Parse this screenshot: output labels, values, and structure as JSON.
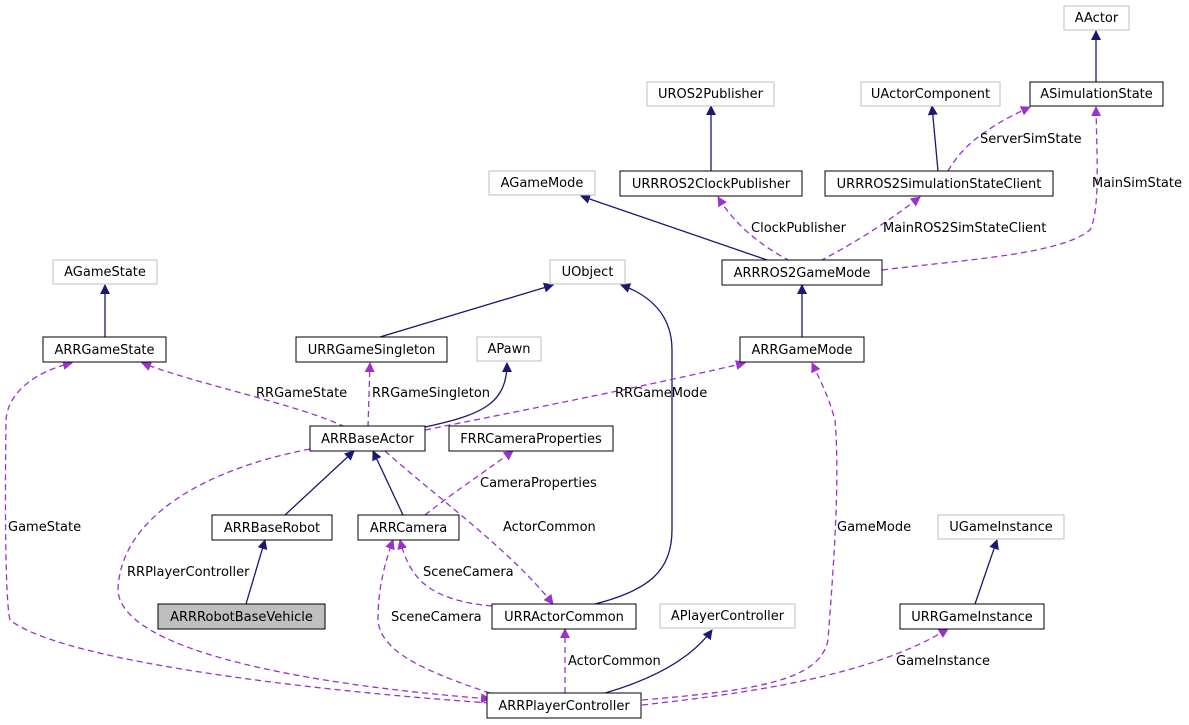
{
  "colors": {
    "inheritance": "#191970",
    "usage": "#9a32cd",
    "focus_fill": "#bfbfbf",
    "external_border": "#bfbfbf"
  },
  "nodes": {
    "aactor": "AActor",
    "asimulationstate": "ASimulationState",
    "uros2publisher": "UROS2Publisher",
    "uactorcomponent": "UActorComponent",
    "agamemode": "AGameMode",
    "urrros2clockpublisher": "URRROS2ClockPublisher",
    "urrros2simulationstateclient": "URRROS2SimulationStateClient",
    "agamestate": "AGameState",
    "uobject": "UObject",
    "arrros2gamemode": "ARRROS2GameMode",
    "arrgamestate": "ARRGameState",
    "urrgamesingleton": "URRGameSingleton",
    "apawn": "APawn",
    "arrgamemode": "ARRGameMode",
    "arrbaseactor": "ARRBaseActor",
    "frrcameraproperties": "FRRCameraProperties",
    "arrbaserobot": "ARRBaseRobot",
    "arrcamera": "ARRCamera",
    "ugameinstance": "UGameInstance",
    "arrrobotbasevehicle": "ARRRobotBaseVehicle",
    "urractorcommon": "URRActorCommon",
    "aplayercontroller": "APlayerController",
    "urrgameinstance": "URRGameInstance",
    "arrplayercontroller": "ARRPlayerController"
  },
  "labels": {
    "server_sim_state": "ServerSimState",
    "main_sim_state": "MainSimState",
    "clock_publisher": "ClockPublisher",
    "main_ros2_sim_state_client": "MainROS2SimStateClient",
    "rr_game_state": "RRGameState",
    "rr_game_singleton": "RRGameSingleton",
    "rr_game_mode": "RRGameMode",
    "camera_properties": "CameraProperties",
    "game_state": "GameState",
    "actor_common_1": "ActorCommon",
    "game_mode": "GameMode",
    "rr_player_controller": "RRPlayerController",
    "scene_camera_1": "SceneCamera",
    "scene_camera_2": "SceneCamera",
    "actor_common_2": "ActorCommon",
    "game_instance": "GameInstance"
  }
}
